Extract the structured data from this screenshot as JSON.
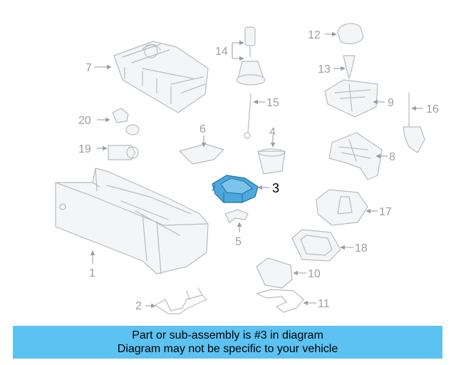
{
  "diagram": {
    "highlight_color": "#4aa8dc",
    "callouts": [
      {
        "id": "1",
        "label": "1"
      },
      {
        "id": "2",
        "label": "2"
      },
      {
        "id": "3",
        "label": "3",
        "highlighted": true
      },
      {
        "id": "4",
        "label": "4"
      },
      {
        "id": "5",
        "label": "5"
      },
      {
        "id": "6",
        "label": "6"
      },
      {
        "id": "7",
        "label": "7"
      },
      {
        "id": "8",
        "label": "8"
      },
      {
        "id": "9",
        "label": "9"
      },
      {
        "id": "10",
        "label": "10"
      },
      {
        "id": "11",
        "label": "11"
      },
      {
        "id": "12",
        "label": "12"
      },
      {
        "id": "13",
        "label": "13"
      },
      {
        "id": "14",
        "label": "14"
      },
      {
        "id": "15",
        "label": "15"
      },
      {
        "id": "16",
        "label": "16"
      },
      {
        "id": "17",
        "label": "17"
      },
      {
        "id": "18",
        "label": "18"
      },
      {
        "id": "19",
        "label": "19"
      },
      {
        "id": "20",
        "label": "20"
      }
    ]
  },
  "banner": {
    "background": "#5bc2f2",
    "line1": "Part or sub-assembly is #3 in diagram",
    "line2": "Diagram may not be specific to your vehicle"
  }
}
